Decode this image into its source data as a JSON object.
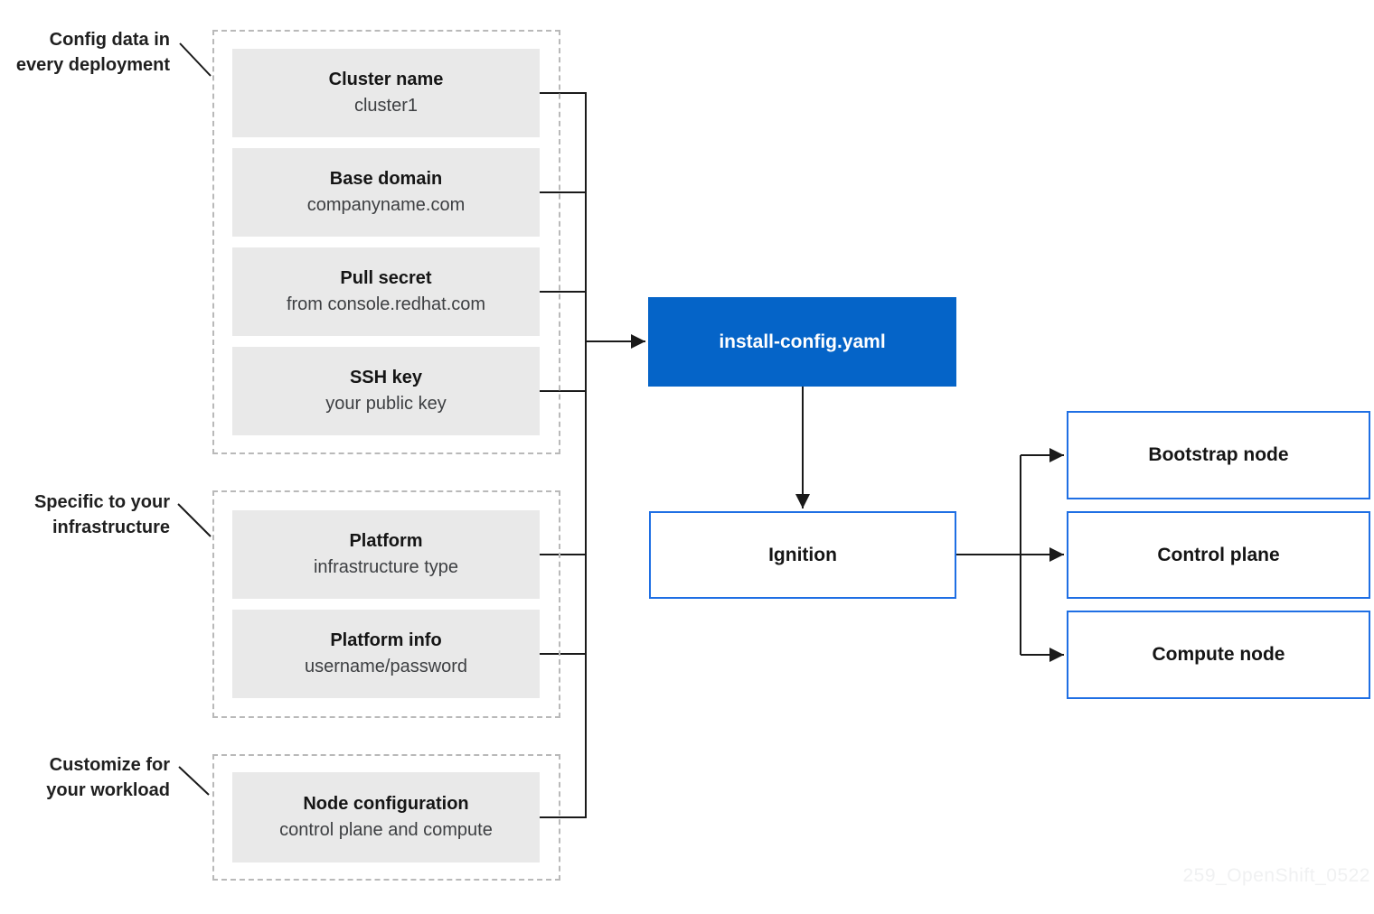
{
  "labels": {
    "config": {
      "line1": "Config data in",
      "line2": "every deployment"
    },
    "infra": {
      "line1": "Specific to your",
      "line2": "infrastructure"
    },
    "workload": {
      "line1": "Customize for",
      "line2": "your workload"
    }
  },
  "config_items": [
    {
      "title": "Cluster name",
      "subtitle": "cluster1"
    },
    {
      "title": "Base domain",
      "subtitle": "companyname.com"
    },
    {
      "title": "Pull secret",
      "subtitle": "from console.redhat.com"
    },
    {
      "title": "SSH key",
      "subtitle": "your public key"
    }
  ],
  "infra_items": [
    {
      "title": "Platform",
      "subtitle": "infrastructure type"
    },
    {
      "title": "Platform info",
      "subtitle": "username/password"
    }
  ],
  "workload_items": [
    {
      "title": "Node configuration",
      "subtitle": "control plane and compute"
    }
  ],
  "flow": {
    "install_config": "install-config.yaml",
    "ignition": "Ignition",
    "outputs": [
      {
        "label": "Bootstrap node"
      },
      {
        "label": "Control plane"
      },
      {
        "label": "Compute node"
      }
    ]
  },
  "watermark": "259_OpenShift_0522",
  "colors": {
    "blue_fill": "#0564c8",
    "blue_border": "#1f6fe4",
    "line": "#1a1a1a",
    "gray_box_fill": "#e9e9e9",
    "dashed_border": "#b9b9b9",
    "watermark_text": "#f0f1f2"
  }
}
